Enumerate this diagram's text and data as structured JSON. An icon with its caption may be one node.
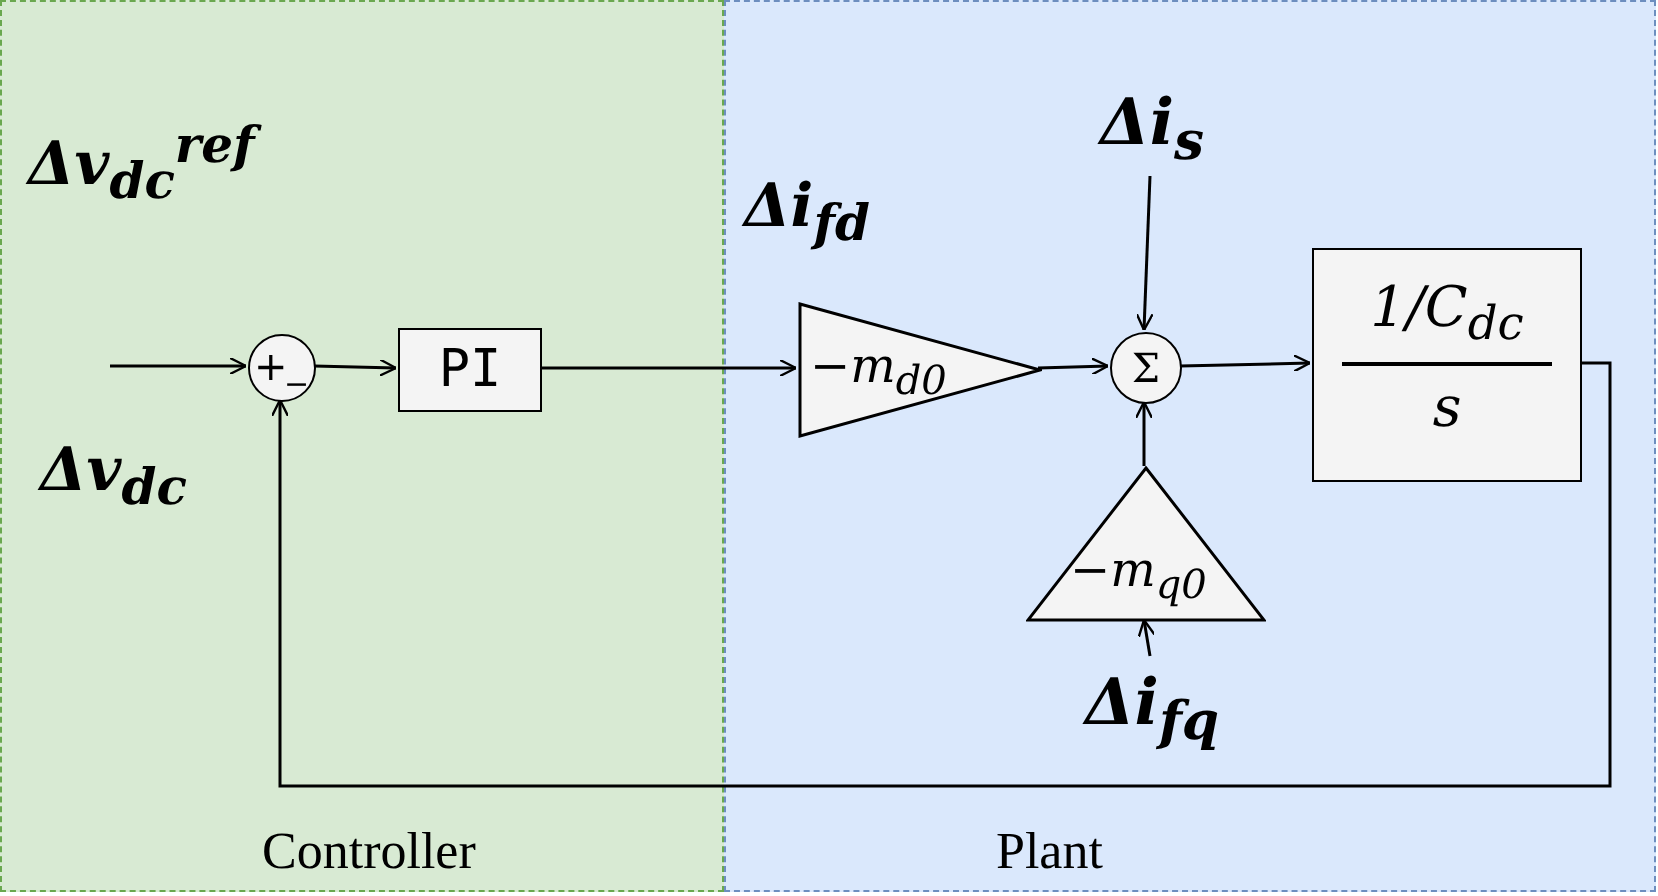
{
  "diagram": {
    "nodes": [
      {
        "text": [
          "Controller"
        ]
      },
      {
        "text": [
          "Plant"
        ]
      },
      {
        "text": [
          "+",
          "−"
        ],
        "in": 0
      },
      {
        "text": [
          "PI"
        ],
        "in": 0
      },
      {
        "text": [
          "−m$_{d0}$"
        ],
        "in": 1
      },
      {
        "text": [
          "Δi$_{s}$"
        ],
        "in": 1
      },
      {
        "text": [
          "Σ"
        ],
        "in": 1
      },
      {
        "text": [
          "1/C$_{dc}$",
          "s"
        ],
        "in": 1
      },
      {
        "text": [
          "−m$_{q0}$"
        ],
        "in": 1
      },
      {
        "text": [
          "Δi$_{fq}$"
        ],
        "in": 1
      }
    ],
    "edges": [
      {
        "from": null,
        "to": 2,
        "arrow": "to",
        "label": "Δv$_{dc}$$^{ref}$"
      },
      {
        "from": 2,
        "to": 3,
        "arrow": "to"
      },
      {
        "from": 3,
        "to": 4,
        "arrow": "to",
        "label": "Δi$_{fd}$"
      },
      {
        "from": 4,
        "to": 6,
        "arrow": "to"
      },
      {
        "from": 5,
        "to": 6,
        "arrow": "to"
      },
      {
        "from": 9,
        "to": 8,
        "arrow": "to"
      },
      {
        "from": 8,
        "to": 6,
        "arrow": "to"
      },
      {
        "from": 6,
        "to": 7,
        "arrow": "to"
      },
      {
        "from": 7,
        "to": 2,
        "arrow": "to",
        "label": "Δv$_{dc}$"
      }
    ]
  }
}
